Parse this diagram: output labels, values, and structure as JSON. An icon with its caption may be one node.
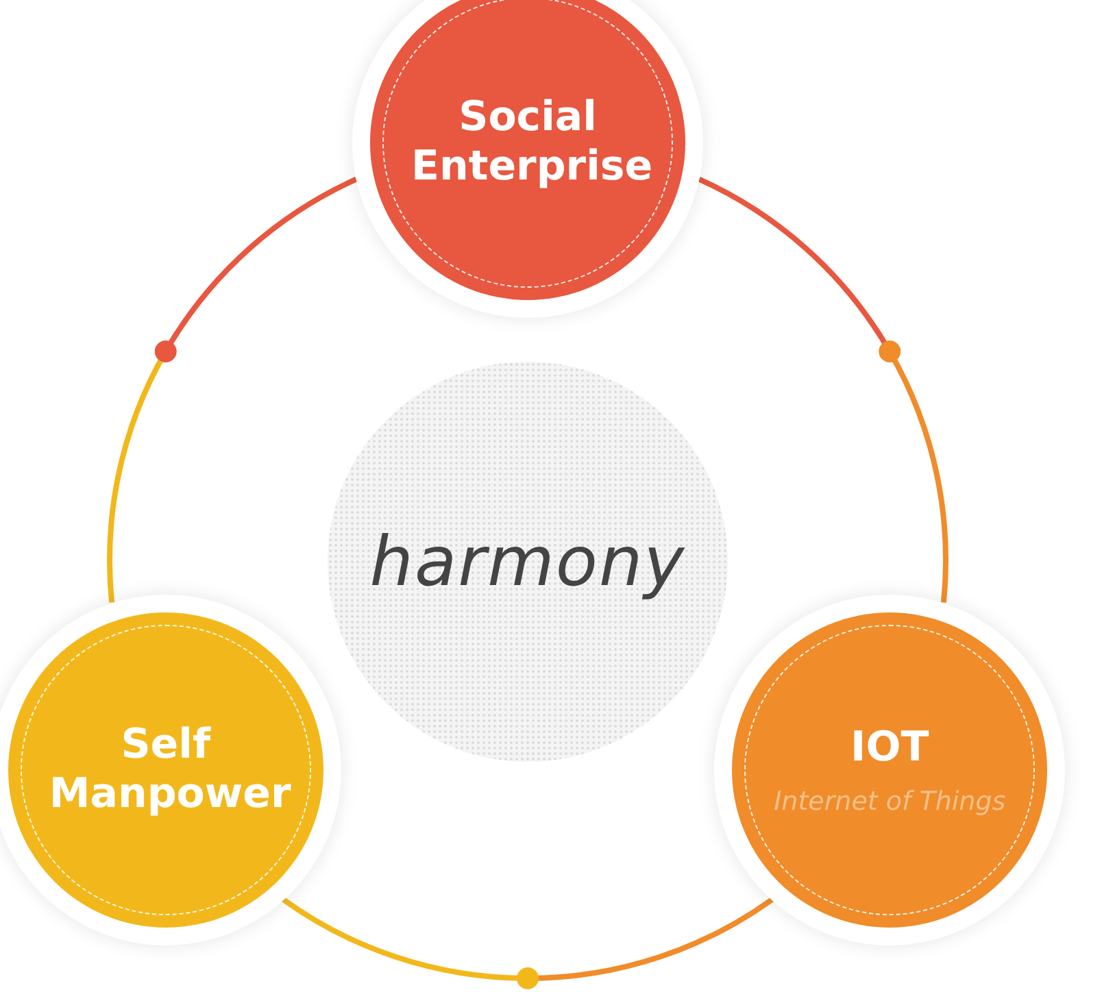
{
  "diagram": {
    "nodes": [
      {
        "text": [
          "harmony"
        ]
      },
      {
        "text": [
          "Social Enterprise"
        ]
      },
      {
        "text": [
          "IOT",
          "Internet of Things"
        ]
      },
      {
        "text": [
          "Self Manpower"
        ]
      }
    ],
    "edges": [
      {
        "from": 1,
        "to": 2,
        "arrow": "none"
      },
      {
        "from": 2,
        "to": 3,
        "arrow": "none"
      },
      {
        "from": 3,
        "to": 1,
        "arrow": "none"
      }
    ]
  }
}
